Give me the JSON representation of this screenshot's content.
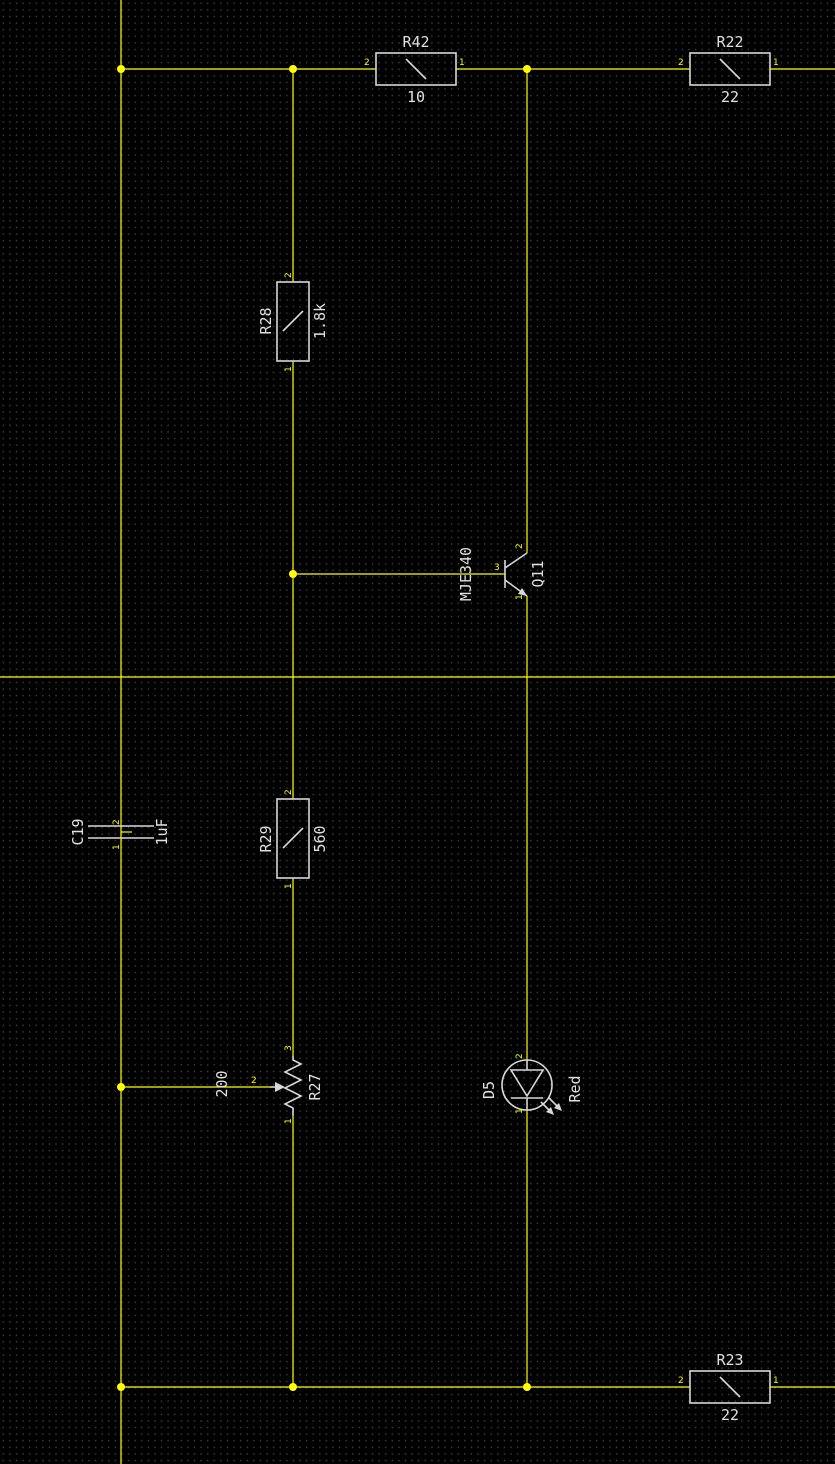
{
  "colors": {
    "wire": "#ffff00",
    "background": "#000000",
    "symbol": "#d8d8d8",
    "text": "#e0e0e0"
  },
  "components": {
    "R42": {
      "ref": "R42",
      "value": "10",
      "pin_a": "2",
      "pin_b": "1"
    },
    "R22": {
      "ref": "R22",
      "value": "22",
      "pin_a": "2",
      "pin_b": "1"
    },
    "R28": {
      "ref": "R28",
      "value": "1.8k",
      "pin_a": "2",
      "pin_b": "1"
    },
    "Q11": {
      "ref": "Q11",
      "value": "MJE340",
      "pin_base": "3",
      "pin_collector": "2",
      "pin_emitter": "1"
    },
    "C19": {
      "ref": "C19",
      "value": "1uF",
      "pin_a": "2",
      "pin_b": "1"
    },
    "R29": {
      "ref": "R29",
      "value": "560",
      "pin_a": "2",
      "pin_b": "1"
    },
    "R27": {
      "ref": "R27",
      "value": "200",
      "pin_top": "3",
      "pin_wiper": "2",
      "pin_bottom": "1"
    },
    "D5": {
      "ref": "D5",
      "value": "Red",
      "pin_a": "2",
      "pin_b": "1"
    },
    "R23": {
      "ref": "R23",
      "value": "22",
      "pin_a": "2",
      "pin_b": "1"
    }
  }
}
